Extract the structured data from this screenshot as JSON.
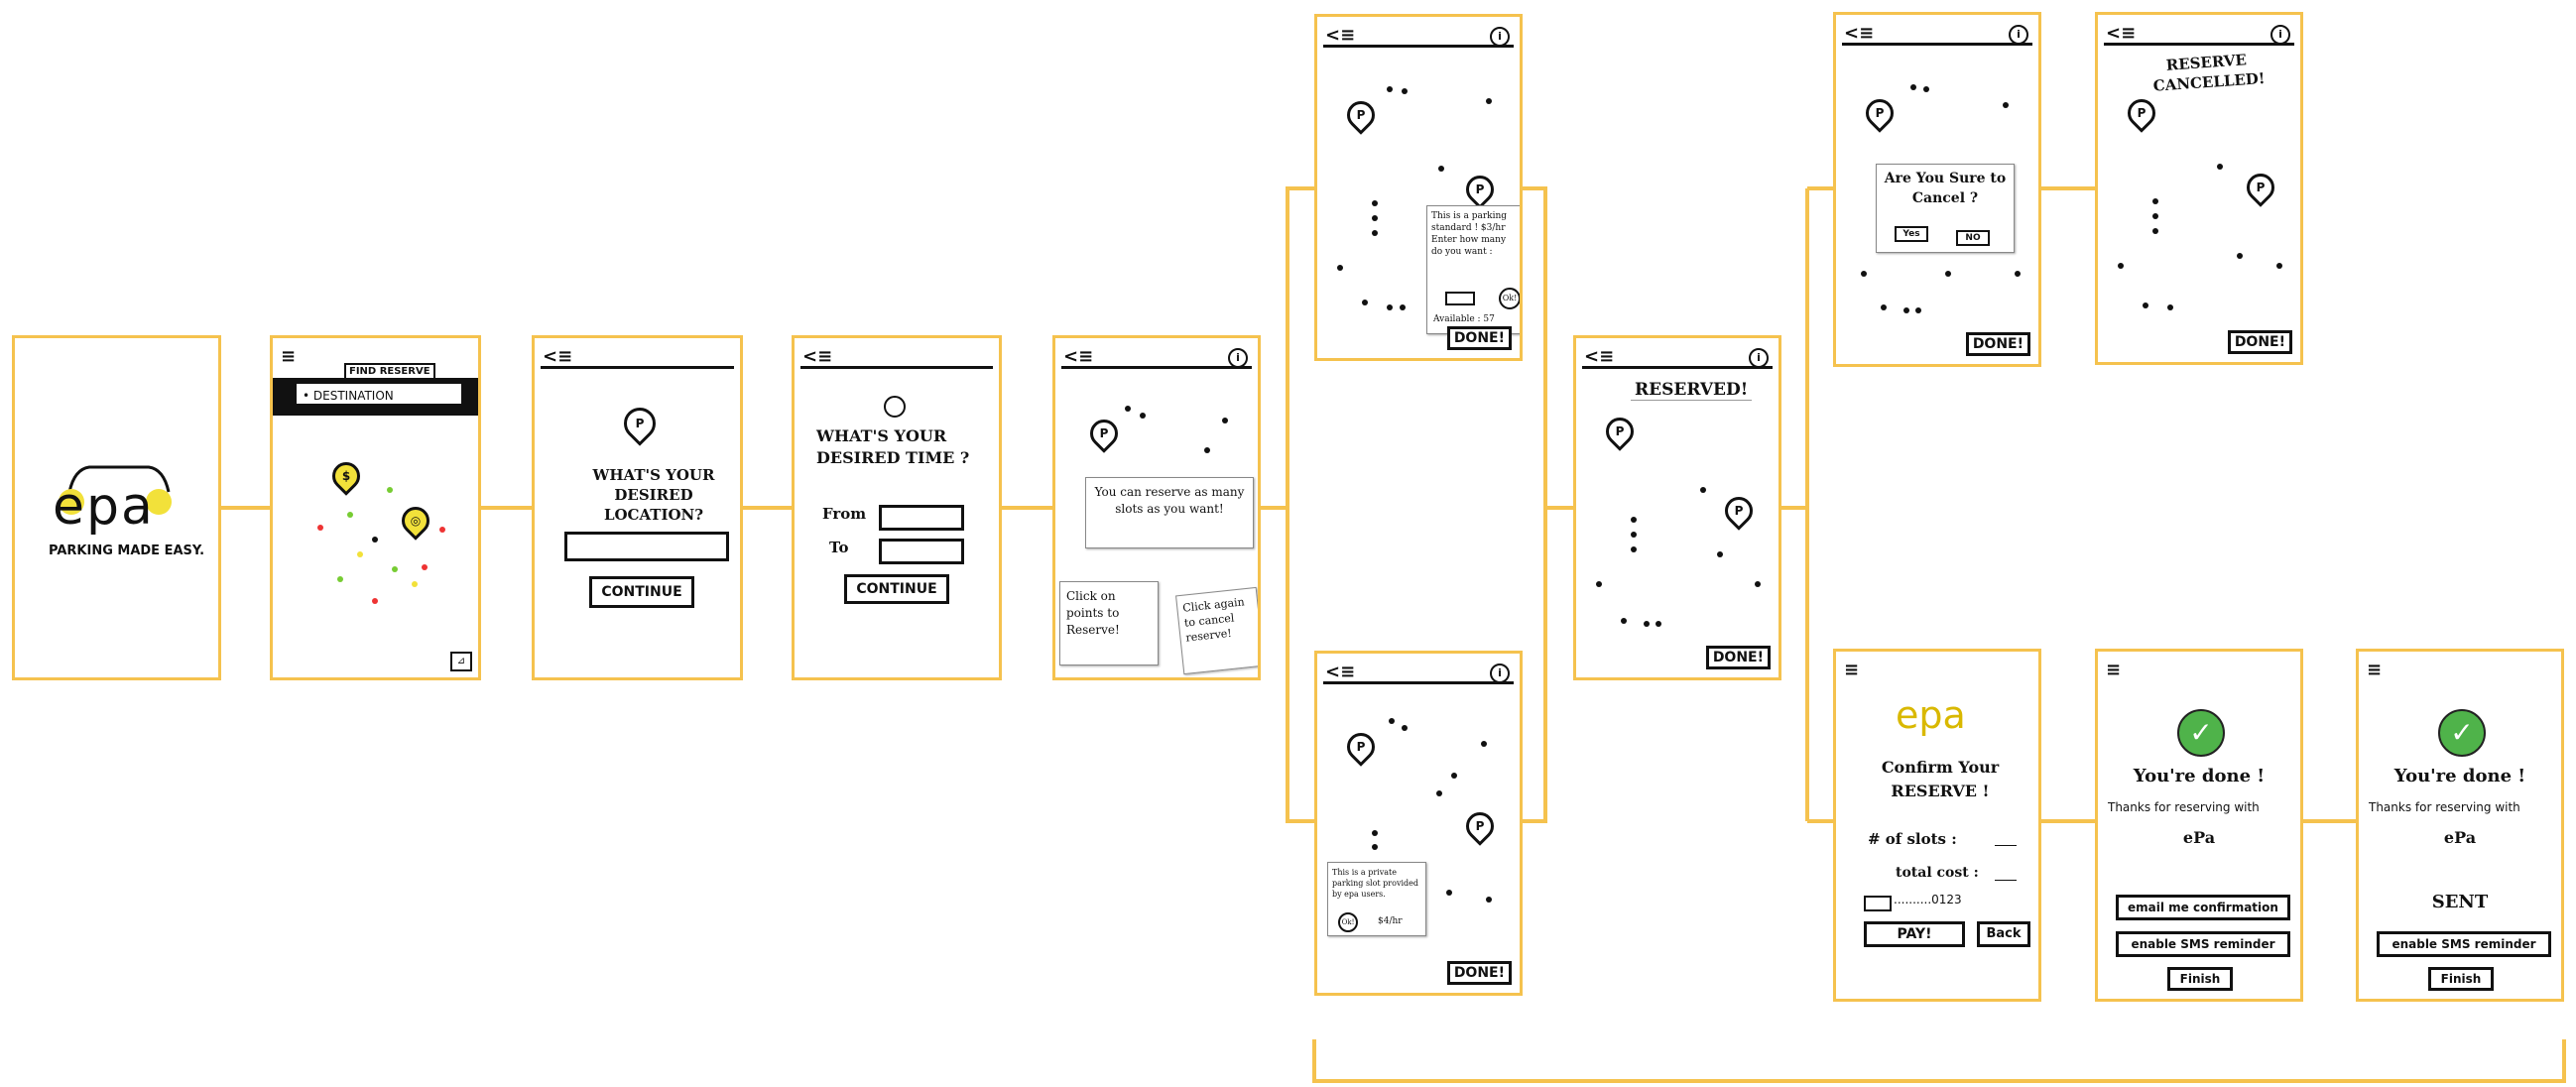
{
  "colors": {
    "frame": "#f5c24e",
    "ink": "#111111",
    "pin_yellow": "#f2e13a",
    "check_green": "#4fb34a"
  },
  "splash": {
    "logo": "epa",
    "tagline": "PARKING MADE EASY."
  },
  "map_home": {
    "tabs": "FIND RESERVE",
    "destination": "DESTINATION"
  },
  "location": {
    "question": "WHAT'S YOUR DESIRED LOCATION?",
    "continue": "CONTINUE"
  },
  "time": {
    "question": "WHAT'S YOUR DESIRED TIME ?",
    "from": "From",
    "to": "To",
    "continue": "CONTINUE"
  },
  "intro": {
    "note1": "You can reserve as many slots as you want!",
    "note2": "Click on points to Reserve!",
    "note3": "Click again to cancel reserve!"
  },
  "slot_popup": {
    "text": "This is a parking standard ! $3/hr Enter how many do you want :",
    "ok": "Ok!",
    "available": "Available : 57",
    "done": "DONE!"
  },
  "private_popup": {
    "text": "This is a private parking slot provided by epa users.",
    "ok": "Ok!",
    "price": "$4/hr",
    "done": "DONE!"
  },
  "reserved": {
    "banner": "RESERVED!",
    "done": "DONE!"
  },
  "cancel_confirm": {
    "question": "Are You Sure to Cancel ?",
    "yes": "Yes",
    "no": "NO",
    "done": "DONE!"
  },
  "cancelled": {
    "banner": "RESERVE CANCELLED!",
    "done": "DONE!"
  },
  "confirm": {
    "logo": "epa",
    "title": "Confirm Your RESERVE !",
    "slots": "# of slots :",
    "cost": "total cost :",
    "card": "..........0123",
    "pay": "PAY!",
    "back": "Back"
  },
  "done1": {
    "title": "You're done !",
    "thanks": "Thanks for reserving with",
    "logo": "ePa",
    "email": "email me confirmation",
    "sms": "enable SMS reminder",
    "finish": "Finish"
  },
  "done2": {
    "title": "You're done !",
    "thanks": "Thanks for reserving with",
    "logo": "ePa",
    "sent": "SENT",
    "sms": "enable SMS reminder",
    "finish": "Finish"
  }
}
